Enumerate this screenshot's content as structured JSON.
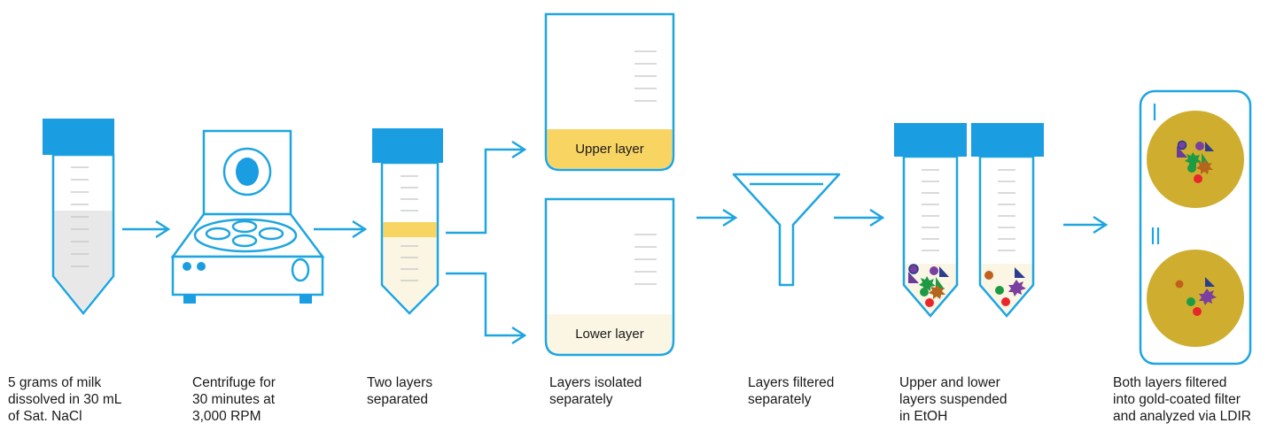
{
  "colors": {
    "blue": "#1fa5e0",
    "cap": "#1b9de2",
    "gold": "#cfae2f",
    "upper_layer": "#f8d463",
    "lower_layer": "#fbf5e3",
    "milk": "#e8e8e8"
  },
  "beakers": {
    "upper_label": "Upper layer",
    "lower_label": "Lower layer"
  },
  "filter_marks": {
    "top": "I",
    "bottom": "II"
  },
  "steps": [
    {
      "caption": "5 grams of milk\ndissolved in 30 mL\nof Sat. NaCl"
    },
    {
      "caption": "Centrifuge for\n30 minutes at\n3,000 RPM"
    },
    {
      "caption": "Two layers\nseparated"
    },
    {
      "caption": "Layers isolated\nseparately"
    },
    {
      "caption": "Layers filtered\nseparately"
    },
    {
      "caption": "Upper and lower\nlayers suspended\nin EtOH"
    },
    {
      "caption": "Both layers filtered\ninto gold-coated filter\nand analyzed via LDIR"
    }
  ]
}
